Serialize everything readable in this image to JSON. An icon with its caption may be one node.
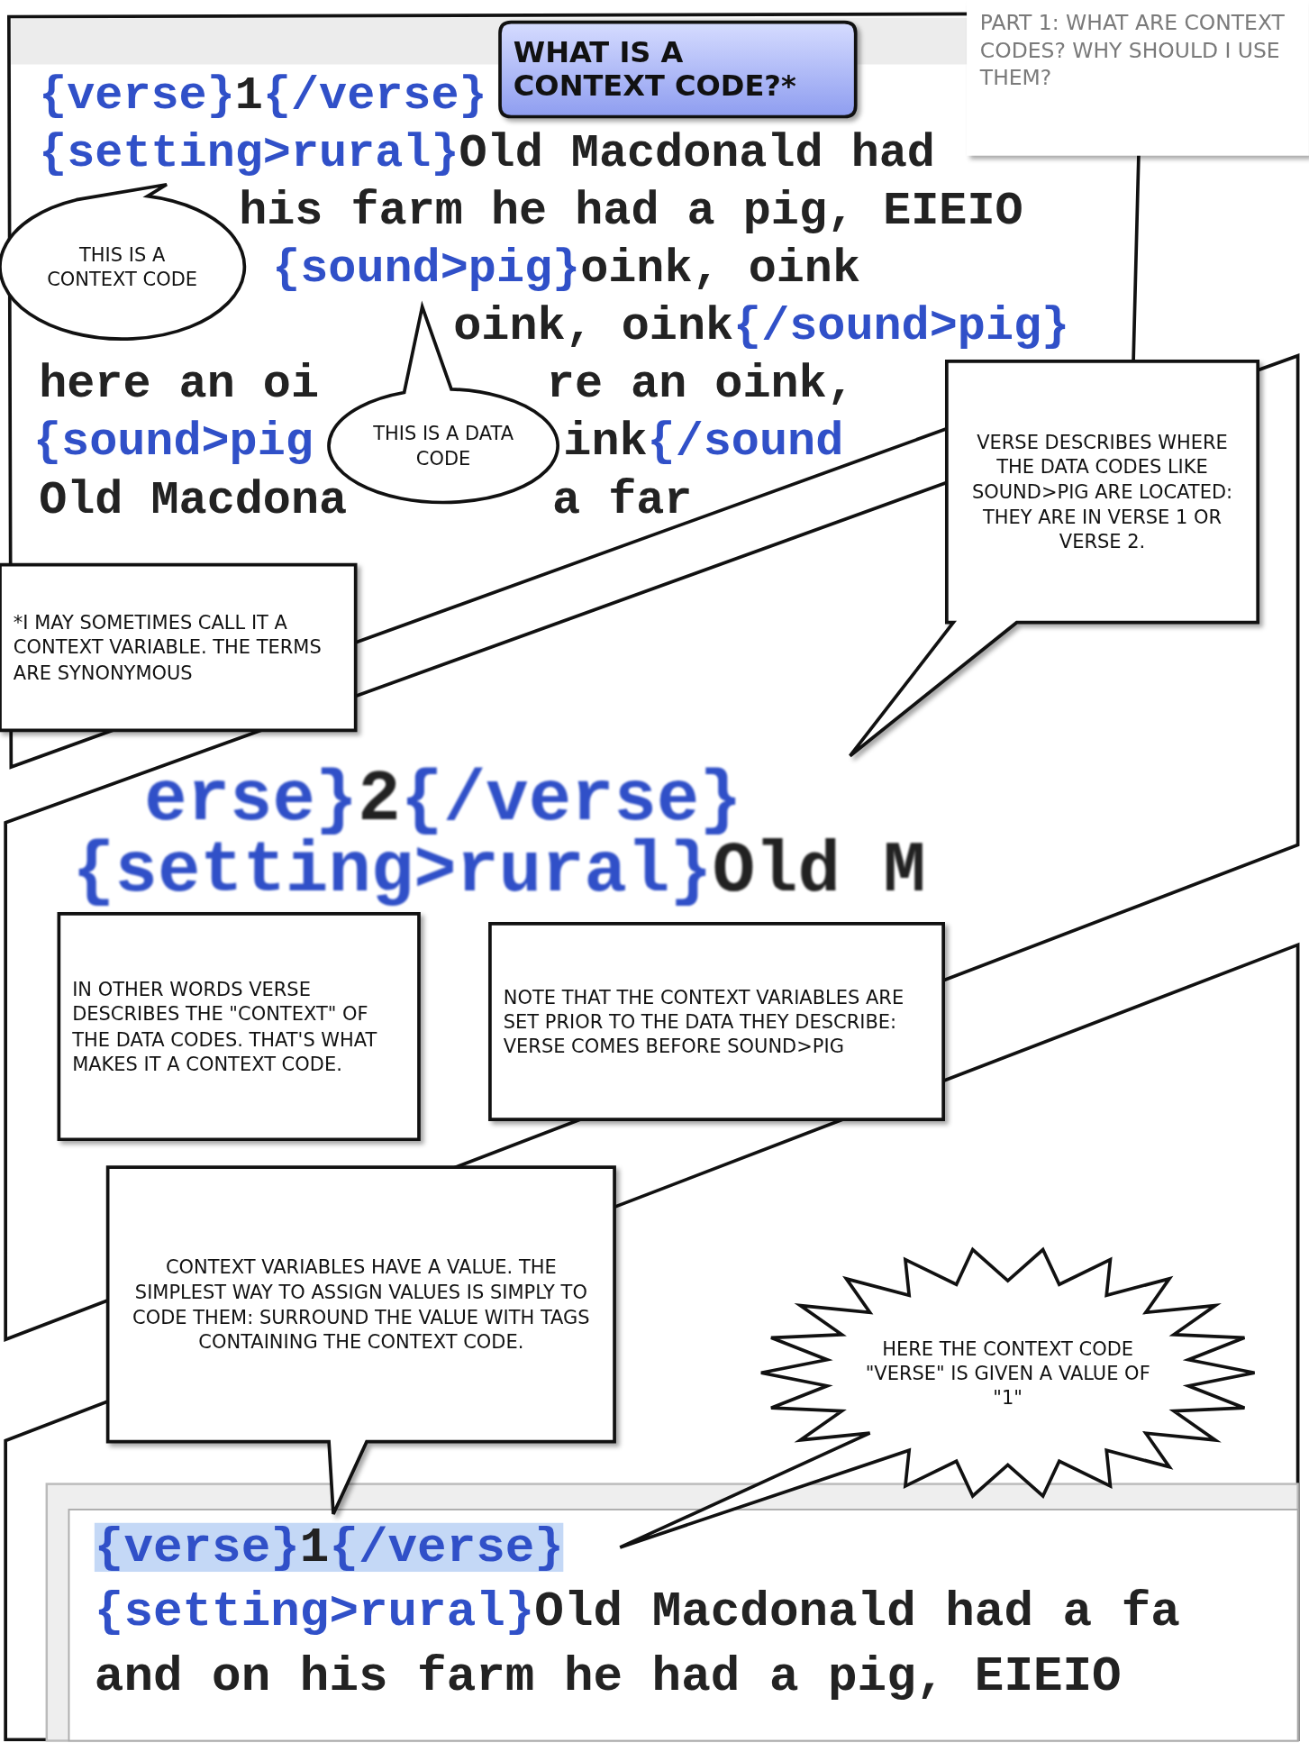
{
  "diagram": {
    "nodes": [
      {
        "text": [
          "WHAT IS A CONTEXT CODE?*"
        ]
      },
      {
        "text": [
          "PART 1: WHAT ARE CONTEXT CODES? WHY SHOULD I USE THEM?"
        ]
      },
      {
        "text": [
          "THIS IS A CONTEXT CODE"
        ]
      },
      {
        "text": [
          "THIS IS A DATA CODE"
        ]
      },
      {
        "text": [
          "*I MAY SOMETIMES CALL IT A CONTEXT VARIABLE. THE TERMS ARE SYNONYMOUS"
        ]
      },
      {
        "text": [
          "VERSE DESCRIBES WHERE THE DATA CODES LIKE SOUND>PIG ARE LOCATED: THEY ARE IN VERSE 1 OR VERSE 2."
        ]
      },
      {
        "text": [
          "IN OTHER WORDS VERSE DESCRIBES THE \"CONTEXT\" OF THE DATA CODES. THAT'S WHAT MAKES IT A CONTEXT CODE."
        ]
      },
      {
        "text": [
          "NOTE THAT THE CONTEXT VARIABLES ARE SET PRIOR TO THE DATA THEY DESCRIBE: VERSE COMES BEFORE SOUND>PIG"
        ]
      },
      {
        "text": [
          "CONTEXT VARIABLES HAVE A VALUE. THE SIMPLEST WAY TO ASSIGN VALUES IS SIMPLY TO CODE THEM: SURROUND THE VALUE WITH TAGS CONTAINING THE CONTEXT CODE."
        ]
      },
      {
        "text": [
          "HERE THE CONTEXT CODE \"VERSE\" IS GIVEN A VALUE OF \"1\""
        ]
      }
    ],
    "labels": [
      "{verse}1{/verse}",
      "{setting>rural}Old Macdonald had",
      "his farm he had a pig, EIEIO",
      "{sound>pig}oink, oink",
      "oink, oink{/sound>pig}",
      "here an oi",
      "re an oink,",
      "{sound>pig",
      "ink{/sound",
      "Old Macdona",
      "a far",
      "erse}2{/verse}",
      "{setting>rural}Old M",
      "{verse}1{/verse}",
      "{setting>rural}Old Macdonald had a fa",
      "and on his farm he had a pig, EIEIO"
    ]
  }
}
